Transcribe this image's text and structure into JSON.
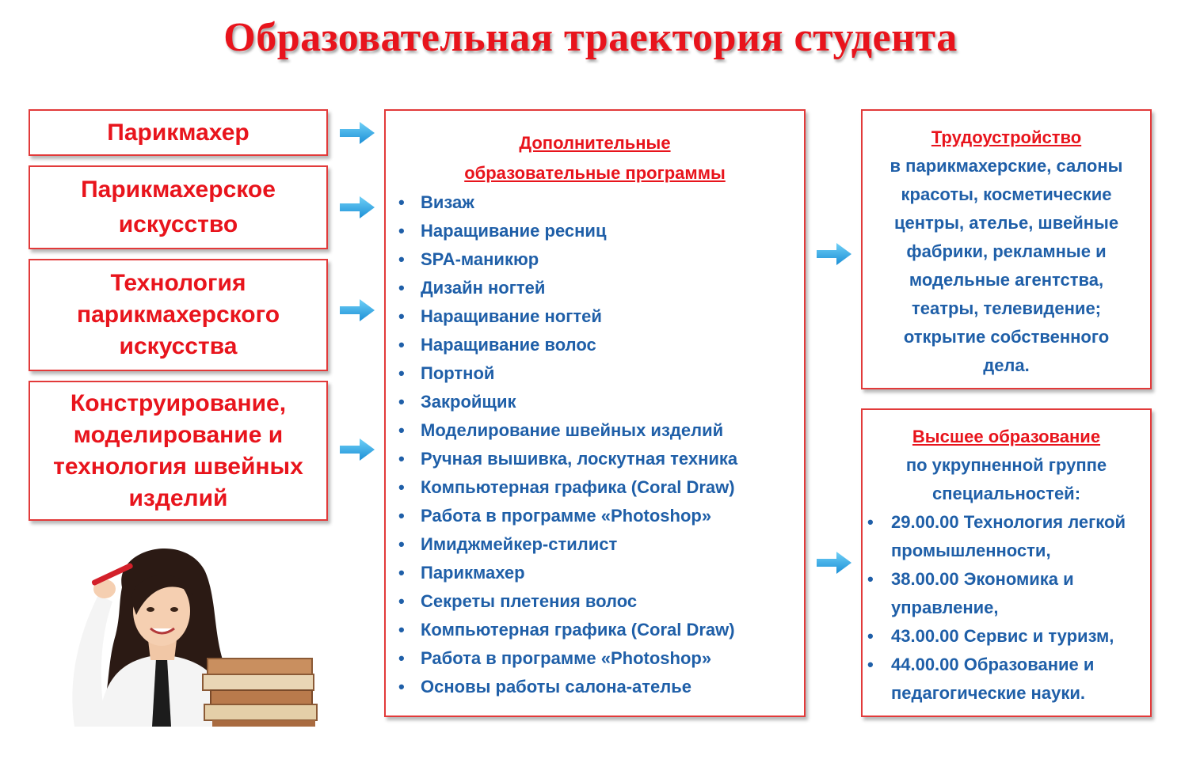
{
  "title": "Образовательная траектория студента",
  "specialties": [
    {
      "lines": [
        "Парикмахер"
      ]
    },
    {
      "lines": [
        "Парикмахерское",
        "искусство"
      ]
    },
    {
      "lines": [
        "Технология",
        "парикмахерского",
        "искусства"
      ]
    },
    {
      "lines": [
        "Конструирование,",
        "моделирование и",
        "технология швейных",
        "изделий"
      ]
    }
  ],
  "programs": {
    "heading_line1": "Дополнительные",
    "heading_line2": "образовательные программы",
    "items": [
      "Визаж",
      "Наращивание ресниц",
      "SPA-маникюр",
      "Дизайн ногтей",
      "Наращивание ногтей",
      "Наращивание волос",
      "Портной",
      "Закройщик",
      "Моделирование швейных изделий",
      "Ручная вышивка, лоскутная техника",
      "Компьютерная графика (Coral Draw)",
      "Работа в программе «Photoshop»",
      "Имиджмейкер-стилист",
      "Парикмахер",
      "Секреты плетения волос",
      "Компьютерная графика (Coral Draw)",
      "Работа в программе «Photoshop»",
      "Основы работы салона-ателье"
    ]
  },
  "employment": {
    "heading": "Трудоустройство",
    "lines": [
      "в парикмахерские, салоны",
      "красоты, косметические",
      "центры, ателье, швейные",
      "фабрики, рекламные и",
      "модельные агентства,",
      "театры, телевидение;",
      "открытие собственного",
      "дела."
    ]
  },
  "higher_education": {
    "heading": "Высшее образование",
    "lines": [
      "по укрупненной группе",
      "специальностей:"
    ],
    "items": [
      "29.00.00 Технология легкой промышленности,",
      "38.00.00 Экономика и управление,",
      "43.00.00 Сервис и туризм,",
      "44.00.00 Образование и педагогические науки."
    ]
  },
  "bullet_symbol": "•",
  "colors": {
    "title": "#e8141c",
    "specialty_text": "#e8141c",
    "box_border": "#e23a3a",
    "list_text": "#1f5fa8",
    "arrow": "#29a9e8"
  },
  "icons": {
    "arrow": "arrow-right-icon",
    "illustration": "student-with-books-illustration"
  }
}
